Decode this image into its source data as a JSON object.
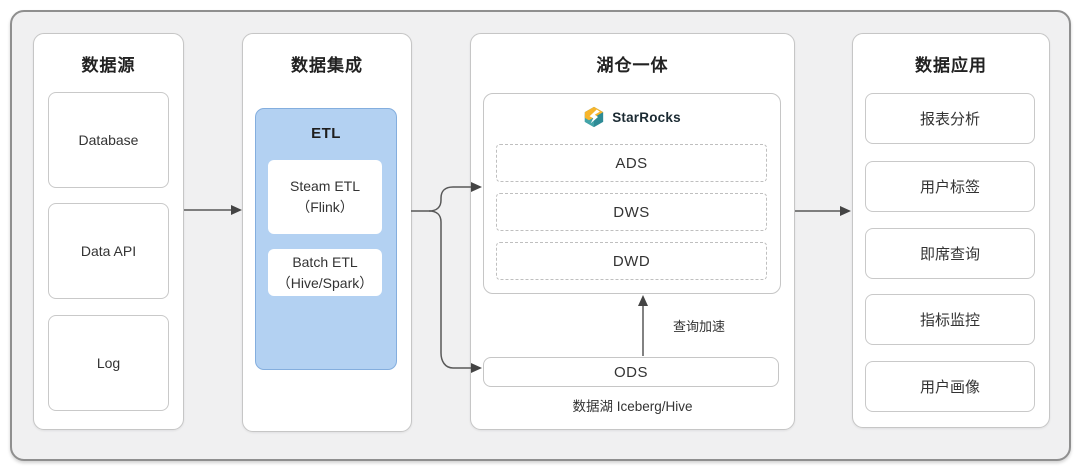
{
  "panels": {
    "sources": {
      "title": "数据源",
      "items": [
        "Database",
        "Data API",
        "Log"
      ]
    },
    "integration": {
      "title": "数据集成",
      "etl_title": "ETL",
      "jobs": [
        {
          "name": "Steam ETL",
          "engine": "（Flink）"
        },
        {
          "name": "Batch ETL",
          "engine": "（Hive/Spark）"
        }
      ]
    },
    "lakehouse": {
      "title": "湖仓一体",
      "engine_label": "StarRocks",
      "layers": [
        "ADS",
        "DWS",
        "DWD"
      ],
      "ods_label": "ODS",
      "accel_label": "查询加速",
      "lake_label": "数据湖 Iceberg/Hive"
    },
    "applications": {
      "title": "数据应用",
      "items": [
        "报表分析",
        "用户标签",
        "即席查询",
        "指标监控",
        "用户画像"
      ]
    }
  },
  "colors": {
    "frame_bg": "#f0f0f1",
    "frame_border": "#8f8f8f",
    "panel_border": "#c6c6c6",
    "etl_fill": "#b3d1f2",
    "etl_border": "#84aede",
    "connector": "#595959",
    "text": "#333333",
    "starrocks_yellow": "#f7b52c",
    "starrocks_teal_dark": "#2e8b96",
    "starrocks_teal_light": "#43a4a9"
  }
}
